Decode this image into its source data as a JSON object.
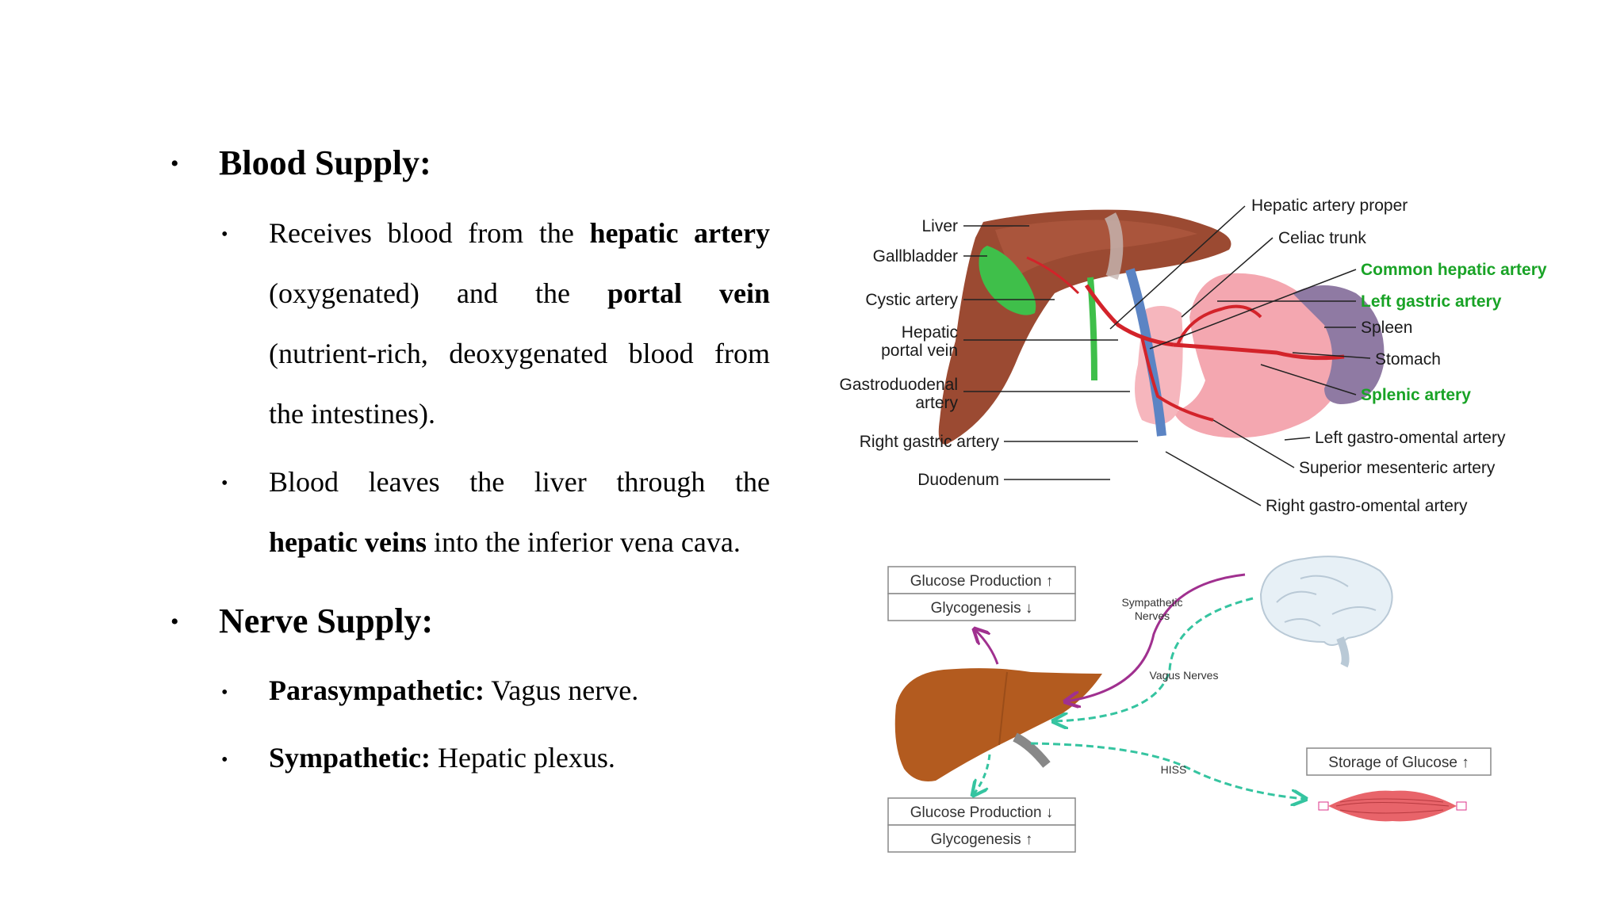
{
  "blood": {
    "heading": "Blood Supply:",
    "b1": {
      "p1": "Receives blood from the ",
      "s1": "hepatic artery",
      "p2": "(oxygenated)  and  the ",
      "s2": "portal  vein",
      "p3": "(nutrient-rich, deoxygenated blood from",
      "p4": "the intestines)."
    },
    "b2": {
      "p1": "Blood   leaves   the   liver   through   the",
      "s1": "hepatic veins",
      "p2": " into the inferior vena cava."
    }
  },
  "nerve": {
    "heading": "Nerve Supply:",
    "items": [
      {
        "label": "Parasympathetic:",
        "text": " Vagus nerve."
      },
      {
        "label": "Sympathetic:",
        "text": " Hepatic plexus."
      }
    ]
  },
  "bullet_glyph": "•",
  "anatomy": {
    "left_labels": [
      "Liver",
      "Gallbladder",
      "Cystic artery",
      "Hepatic",
      "portal vein",
      "Gastroduodenal",
      "artery",
      "Right gastric artery",
      "Duodenum"
    ],
    "right_labels": [
      {
        "text": "Hepatic artery proper",
        "highlight": false
      },
      {
        "text": "Celiac trunk",
        "highlight": false
      },
      {
        "text": "Common hepatic artery",
        "highlight": true
      },
      {
        "text": "Left gastric artery",
        "highlight": true
      },
      {
        "text": "Spleen",
        "highlight": false
      },
      {
        "text": "Stomach",
        "highlight": false
      },
      {
        "text": "Splenic artery",
        "highlight": true
      },
      {
        "text": "Left gastro-omental artery",
        "highlight": false
      },
      {
        "text": "Superior mesenteric artery",
        "highlight": false
      },
      {
        "text": "Right gastro-omental artery",
        "highlight": false
      }
    ],
    "colors": {
      "liver": "#9b4a32",
      "gallbladder": "#3fbf4a",
      "artery": "#d3232a",
      "vein": "#5b84c4",
      "stomach": "#f4a7b0",
      "spleen": "#8f7aa3",
      "highlight": "#19a326"
    }
  },
  "nerves": {
    "top_box": {
      "line1": "Glucose Production ↑",
      "line2": "Glycogenesis ↓"
    },
    "bottom_box": {
      "line1": "Glucose Production ↓",
      "line2": "Glycogenesis ↑"
    },
    "storage_box": "Storage of Glucose ↑",
    "sympathetic1": "Sympathetic",
    "sympathetic2": "Nerves",
    "vagus": "Vagus Nerves",
    "hiss": "HISS",
    "colors": {
      "sympathetic": "#a0308f",
      "parasympathetic": "#35c4a0"
    }
  }
}
